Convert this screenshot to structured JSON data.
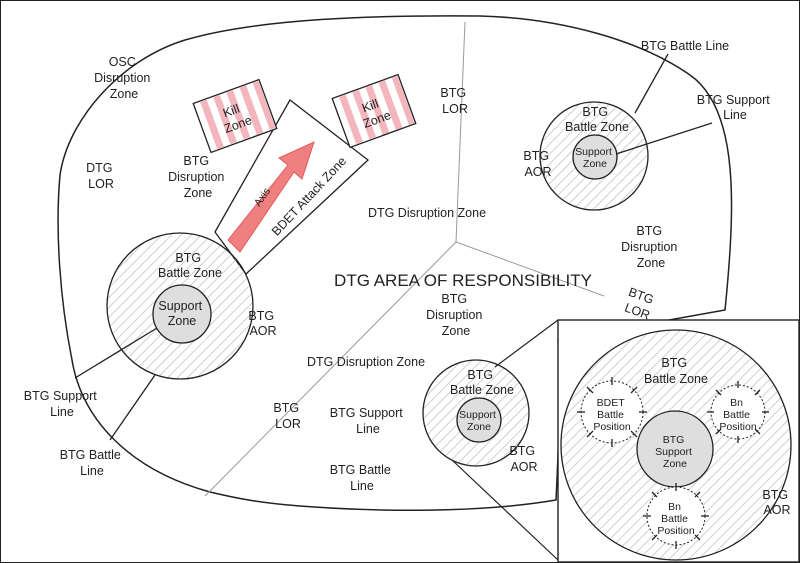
{
  "colors": {
    "line": "#222222",
    "hatch": "#bdbdbd",
    "support_fill": "#dedede",
    "kill_stripe": "#f3b6bc",
    "arrow_fill": "#f08080",
    "arrow_stroke": "#e05a5a",
    "background": "#ffffff"
  },
  "title": "DTG AREA OF RESPONSIBILITY",
  "outer": {
    "osc_disruption_zone": [
      "OSC",
      "Disruption",
      "Zone"
    ],
    "dtg_lor_left": [
      "DTG",
      "LOR"
    ]
  },
  "kill_zones": [
    {
      "label": [
        "Kill",
        "Zone"
      ]
    },
    {
      "label": [
        "Kill",
        "Zone"
      ]
    }
  ],
  "attack_zone": {
    "axis": "Axis",
    "label": "BDET Attack Zone"
  },
  "left_btg": {
    "disruption_zone": [
      "BTG",
      "Disruption",
      "Zone"
    ],
    "battle_zone": [
      "BTG",
      "Battle Zone"
    ],
    "support_zone": [
      "Support",
      "Zone"
    ],
    "aor": [
      "BTG",
      "AOR"
    ],
    "support_line": [
      "BTG Support",
      "Line"
    ],
    "battle_line": [
      "BTG Battle",
      "Line"
    ]
  },
  "top_right_btg": {
    "battle_line": "BTG Battle Line",
    "support_line": [
      "BTG Support",
      "Line"
    ],
    "battle_zone": [
      "BTG",
      "Battle Zone"
    ],
    "support_zone": [
      "Support",
      "Zone"
    ],
    "aor": [
      "BTG",
      "AOR"
    ],
    "disruption_zone": [
      "BTG",
      "Disruption",
      "Zone"
    ]
  },
  "lors": {
    "top": [
      "BTG",
      "LOR"
    ],
    "right": [
      "BTG",
      "LOR"
    ],
    "bottom": [
      "BTG",
      "LOR"
    ]
  },
  "dtg_disruption_zone_top": "DTG Disruption Zone",
  "dtg_disruption_zone_bottom": "DTG Disruption Zone",
  "center_btg_disruption_zone": [
    "BTG",
    "Disruption",
    "Zone"
  ],
  "bottom_btg": {
    "battle_zone": [
      "BTG",
      "Battle Zone"
    ],
    "support_zone": [
      "Support",
      "Zone"
    ],
    "aor": [
      "BTG",
      "AOR"
    ],
    "support_line": [
      "BTG Support",
      "Line"
    ],
    "battle_line": [
      "BTG Battle",
      "Line"
    ]
  },
  "inset": {
    "battle_zone": [
      "BTG",
      "Battle Zone"
    ],
    "support_zone": [
      "BTG",
      "Support",
      "Zone"
    ],
    "bdet_position": [
      "BDET",
      "Battle",
      "Position"
    ],
    "bn_right": [
      "Bn",
      "Battle",
      "Position"
    ],
    "bn_bottom": [
      "Bn",
      "Battle",
      "Position"
    ],
    "aor": [
      "BTG",
      "AOR"
    ]
  }
}
